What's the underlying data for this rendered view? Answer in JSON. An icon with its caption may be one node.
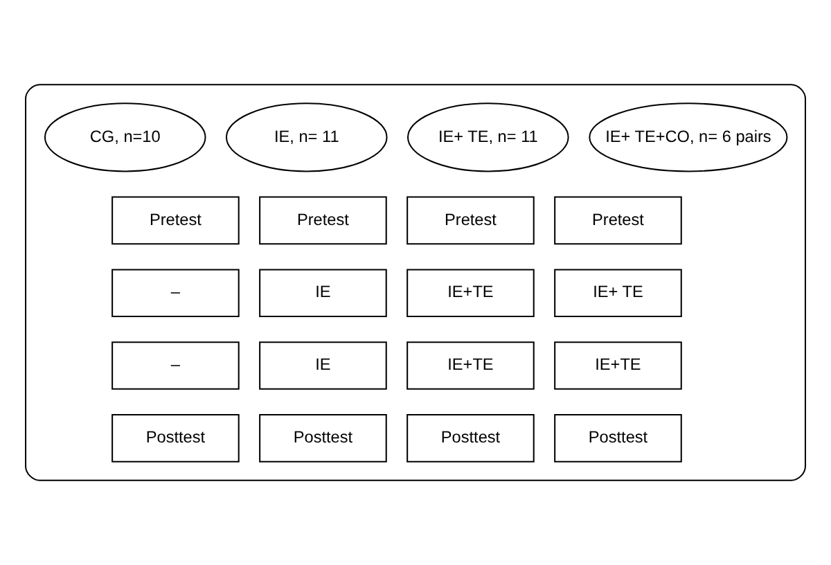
{
  "diagram": {
    "nodes": [
      {
        "text": [],
        "shape": "box"
      },
      {
        "text": [
          "CG, n=10"
        ],
        "in": 0
      },
      {
        "text": [
          "IE, n= 11"
        ],
        "in": 0
      },
      {
        "text": [
          "IE+ TE, n= 11"
        ],
        "in": 0
      },
      {
        "text": [
          "IE+ TE+CO, n= 6 pairs"
        ],
        "in": 0
      },
      {
        "text": [
          "Pretest"
        ],
        "in": 0
      },
      {
        "text": [
          "Pretest"
        ],
        "in": 0
      },
      {
        "text": [
          "Pretest"
        ],
        "in": 0
      },
      {
        "text": [
          "Pretest"
        ],
        "in": 0
      },
      {
        "text": [
          "–"
        ],
        "in": 0
      },
      {
        "text": [
          "IE"
        ],
        "in": 0
      },
      {
        "text": [
          "IE+TE"
        ],
        "in": 0
      },
      {
        "text": [
          "IE+ TE"
        ],
        "in": 0
      },
      {
        "text": [
          "–"
        ],
        "in": 0
      },
      {
        "text": [
          "IE"
        ],
        "in": 0
      },
      {
        "text": [
          "IE+TE"
        ],
        "in": 0
      },
      {
        "text": [
          "IE+TE"
        ],
        "in": 0
      },
      {
        "text": [
          "Posttest"
        ],
        "in": 0
      },
      {
        "text": [
          "Posttest"
        ],
        "in": 0
      },
      {
        "text": [
          "Posttest"
        ],
        "in": 0
      },
      {
        "text": [
          "Posttest"
        ],
        "in": 0
      }
    ],
    "edges": []
  }
}
